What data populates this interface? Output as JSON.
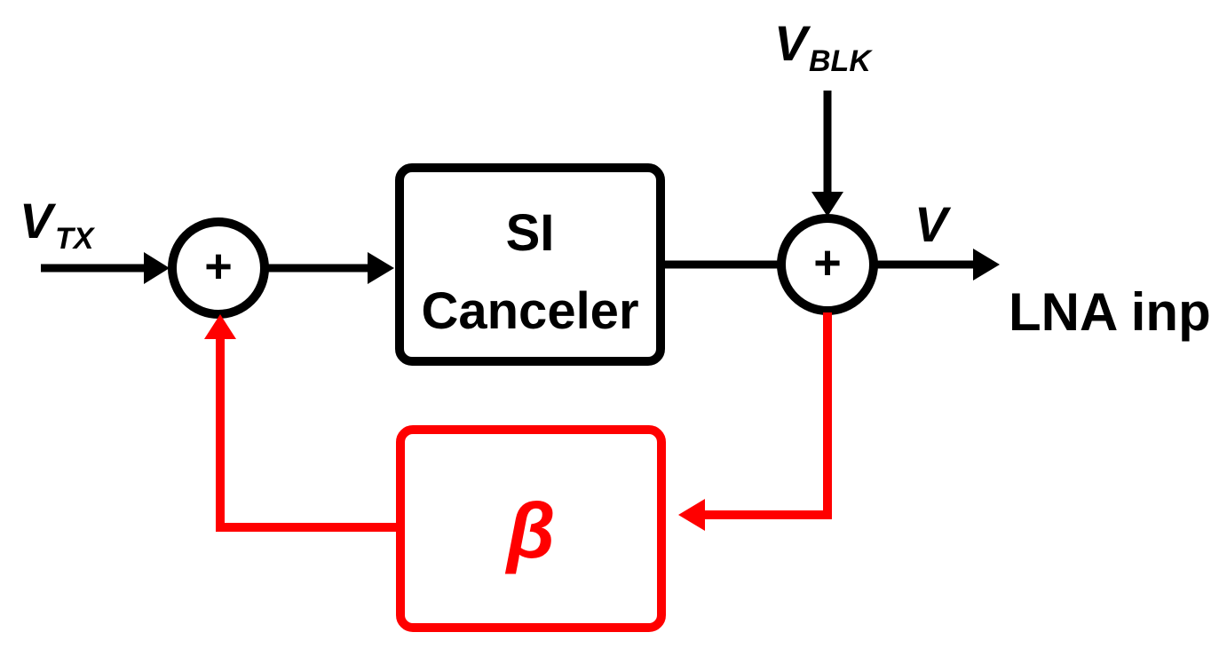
{
  "colors": {
    "forward_path": "#000000",
    "feedback_path": "#ff0000",
    "background": "#ffffff"
  },
  "signals": {
    "tx_main": "V",
    "tx_sub": "TX",
    "blk_main": "V",
    "blk_sub": "BLK",
    "output_main": "V",
    "output_caption": "LNA inp"
  },
  "blocks": {
    "canceler_line1": "SI",
    "canceler_line2": "Canceler",
    "feedback_symbol": "β"
  },
  "summers": {
    "left_symbol": "+",
    "right_symbol": "+"
  },
  "icons": {
    "summing_junction": "circle-plus-icon",
    "arrowhead": "arrow-head-icon"
  }
}
